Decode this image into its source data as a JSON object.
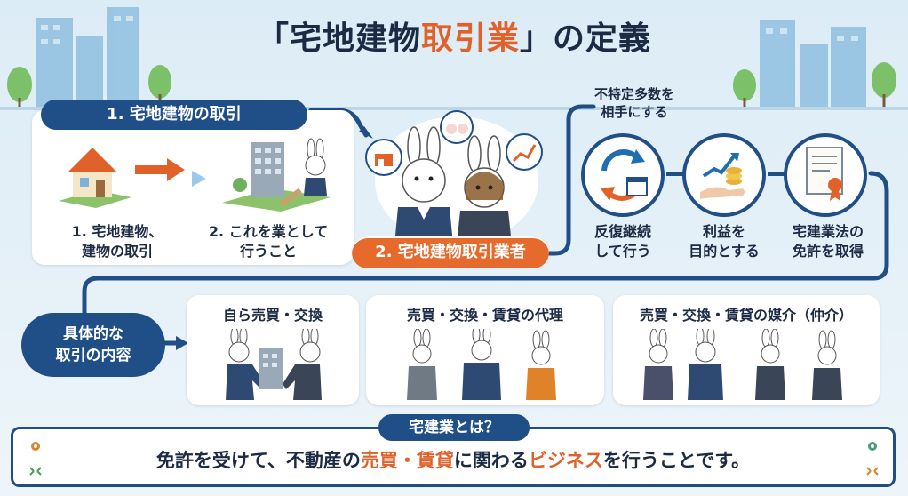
{
  "title": {
    "prefix": "「宅地建物",
    "accent": "取引業",
    "suffix": "」の定義"
  },
  "section1": {
    "header": "1. 宅地建物の取引",
    "step1": [
      "1. 宅地建物、",
      "建物の取引"
    ],
    "step2": [
      "2. これを業として",
      "行うこと"
    ]
  },
  "section2": {
    "label": "2. 宅地建物取引業者"
  },
  "requirements": {
    "heading": [
      "不特定多数を",
      "相手にする"
    ],
    "items": [
      {
        "icon": "repeat-calendar-icon",
        "label": [
          "反復継続",
          "して行う"
        ]
      },
      {
        "icon": "money-growth-icon",
        "label": [
          "利益を",
          "目的とする"
        ]
      },
      {
        "icon": "license-certificate-icon",
        "label": [
          "宅建業法の",
          "免許を取得"
        ]
      }
    ]
  },
  "transactions": {
    "label": [
      "具体的な",
      "取引の内容"
    ],
    "cards": [
      {
        "title": "自ら売買・交換"
      },
      {
        "title": "売買・交換・賃貸の代理"
      },
      {
        "title": "売買・交換・賃貸の媒介（仲介）"
      }
    ]
  },
  "footer": {
    "badge": "宅建業とは？",
    "text_parts": [
      "免許を受けて、不動産の",
      "売買・賃貸",
      "に関わる",
      "ビジネス",
      "を行うことです。"
    ]
  },
  "colors": {
    "navy": "#1f4f86",
    "orange": "#e56a2c",
    "background": "#dcecf6"
  }
}
